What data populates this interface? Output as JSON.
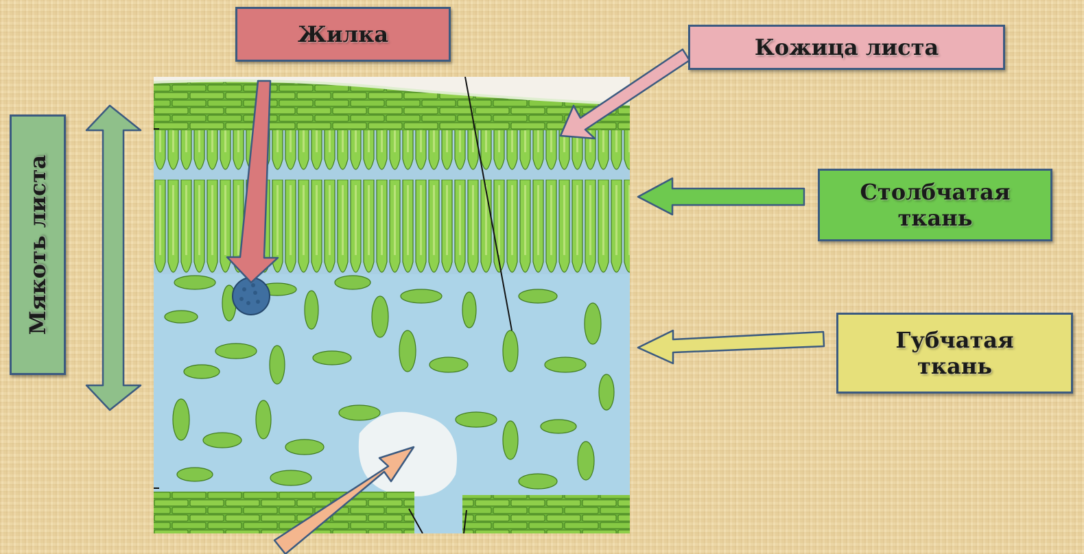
{
  "labels": {
    "vein": "Жилка",
    "leaf_skin": "Кожица листа",
    "palisade": "Столбчатая\nткань",
    "spongy": "Губчатая\nткань",
    "leaf_pulp": "Мякоть листа"
  },
  "colors": {
    "vein": "#d9797b",
    "leaf_skin": "#ecb0b6",
    "palisade": "#6ec94f",
    "spongy": "#e6e07a",
    "leaf_pulp": "#8fc08a",
    "border": "#3b5a80"
  }
}
